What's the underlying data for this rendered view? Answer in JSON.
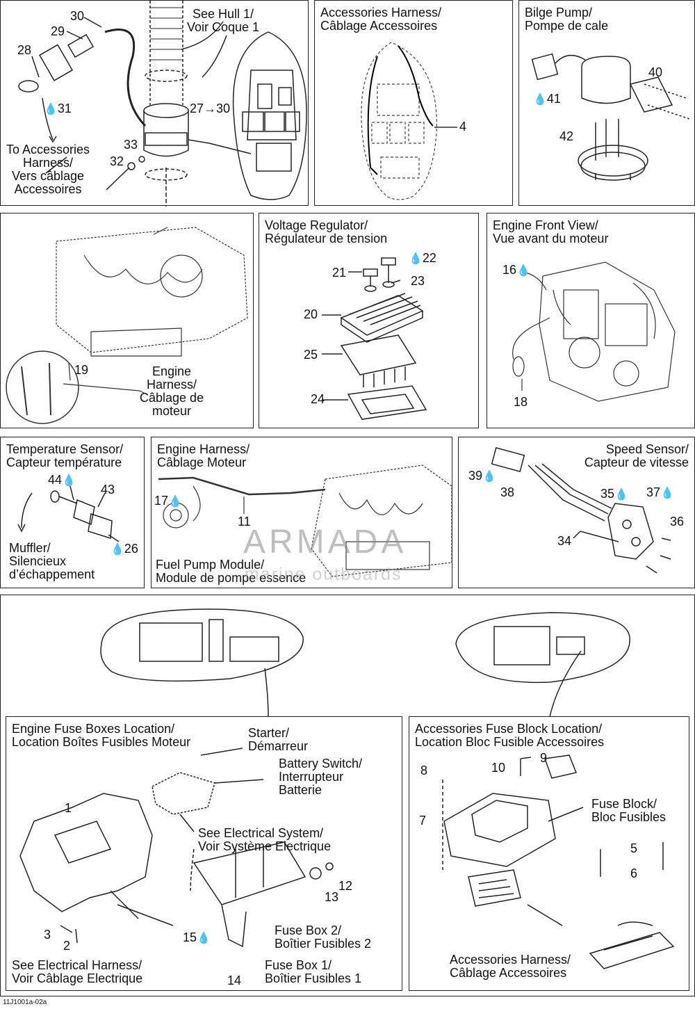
{
  "panels": {
    "hull": {
      "see_hull": "See Hull 1/\nVoir Coque 1",
      "to_accessories": "To Accessories\nHarness/\nVers câblage\nAccessoires",
      "n30": "30",
      "n29": "29",
      "n28": "28",
      "n31": "31",
      "n27": "27→30",
      "n33": "33",
      "n32": "32"
    },
    "acc_harness": {
      "title": "Accessories Harness/\nCâblage Accessoires",
      "n4": "4"
    },
    "bilge": {
      "title": "Bilge Pump/\nPompe de cale",
      "n40": "40",
      "n41": "41",
      "n42": "42"
    },
    "engine_harness_top": {
      "label": "Engine\nHarness/\nCâblage de\nmoteur",
      "n19": "19"
    },
    "voltage": {
      "title": "Voltage Regulator/\nRégulateur de tension",
      "n21": "21",
      "n22": "22",
      "n23": "23",
      "n20": "20",
      "n25": "25",
      "n24": "24"
    },
    "engine_front": {
      "title": "Engine Front View/\nVue avant du moteur",
      "n16": "16",
      "n18": "18"
    },
    "temp": {
      "title": "Temperature Sensor/\nCapteur température",
      "n44": "44",
      "n43": "43",
      "muffler": "Muffler/\nSilencieux\nd’échappement",
      "n26": "26"
    },
    "engine_harness": {
      "title": "Engine Harness/\nCâblage Moteur",
      "n17": "17",
      "n11": "11",
      "fuel_pump": "Fuel Pump Module/\nModule de pompe essence"
    },
    "speed": {
      "title": "Speed Sensor/\nCapteur de vitesse",
      "n39": "39",
      "n38": "38",
      "n35": "35",
      "n37": "37",
      "n36": "36",
      "n34": "34"
    },
    "engine_fuse": {
      "title": "Engine Fuse Boxes Location/\nLocation Boîtes Fusibles Moteur",
      "starter": "Starter/\nDémarreur",
      "battery": "Battery Switch/\nInterrupteur\nBatterie",
      "see_elec": "See Electrical System/\nVoir Système Electrique",
      "n1": "1",
      "n3": "3",
      "n2": "2",
      "n12": "12",
      "n13": "13",
      "n15": "15",
      "n14": "14",
      "fusebox2": "Fuse Box 2/\nBoîtier Fusibles 2",
      "fusebox1": "Fuse Box 1/\nBoîtier Fusibles 1",
      "see_harness": "See Electrical Harness/\nVoir Câblage Electrique"
    },
    "acc_fuse": {
      "title": "Accessories Fuse Block Location/\nLocation Bloc Fusible Accessoires",
      "n9": "9",
      "n10": "10",
      "n8": "8",
      "n7": "7",
      "fuse_block": "Fuse Block/\nBloc Fusibles",
      "n5": "5",
      "n6": "6",
      "acc_harness": "Accessories Harness/\nCâblage Accessoires"
    }
  },
  "watermark": {
    "brand": "ARMADA",
    "sub": "marine outboards"
  },
  "footer": "11J1001a-02a",
  "icons": {
    "drop": "fluid-drop-icon"
  }
}
